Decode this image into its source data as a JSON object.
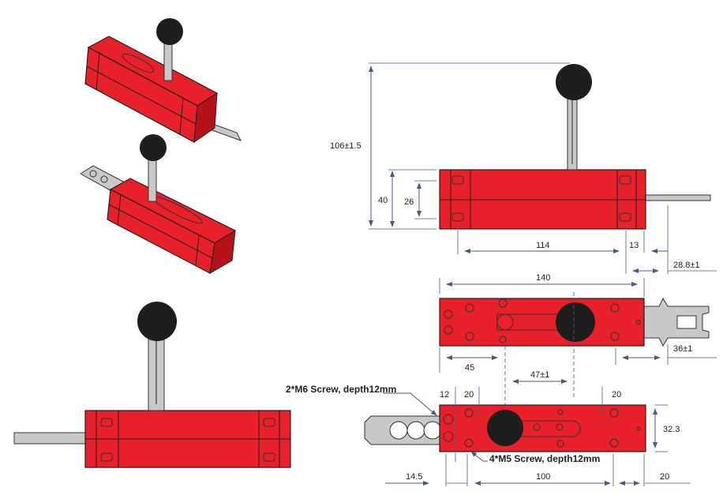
{
  "colors": {
    "body": "#e8202a",
    "body_dark": "#b5121b",
    "knob": "#1e1e1e",
    "metal": "#c8c8c8",
    "dimension": "#4a5a80"
  },
  "dimensions": {
    "height_total": "106±1.5",
    "height_body": "40",
    "height_slots": "26",
    "slot_spacing": "114",
    "end_offset": "13",
    "key_protrusion": "28.8±1",
    "length": "140",
    "hole_offset": "45",
    "lever_offset": "47±1",
    "key_length": "36±1",
    "m6_edge": "12",
    "m5_edge_left": "20",
    "m5_edge_right": "20",
    "width": "32.3",
    "key_left": "14.5",
    "m5_spacing": "100",
    "right_margin": "20"
  },
  "notes": {
    "m6": "2*M6 Screw, depth12mm",
    "m5": "4*M5 Screw, depth12mm"
  }
}
